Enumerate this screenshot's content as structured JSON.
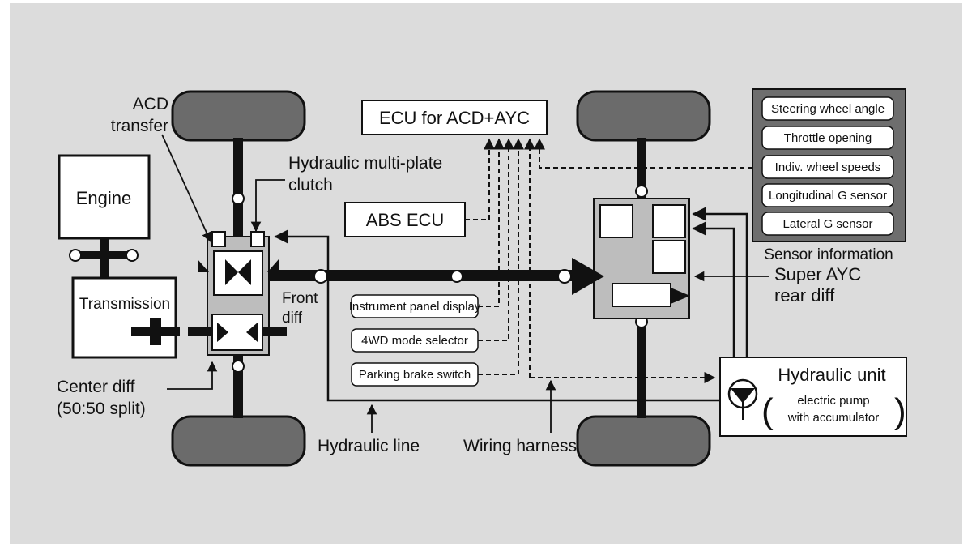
{
  "labels": {
    "acd_transfer": [
      "ACD",
      "transfer"
    ],
    "hydraulic_clutch": [
      "Hydraulic multi-plate",
      "clutch"
    ],
    "engine": "Engine",
    "transmission": "Transmission",
    "front_diff": [
      "Front",
      "diff"
    ],
    "center_diff": [
      "Center diff",
      "(50:50 split)"
    ],
    "hydraulic_line": "Hydraulic line",
    "wiring_harness": "Wiring harness",
    "ecu": "ECU for ACD+AYC",
    "abs_ecu": "ABS ECU",
    "super_ayc": [
      "Super AYC",
      "rear diff"
    ],
    "hydraulic_unit": "Hydraulic unit",
    "hydraulic_unit_sub": [
      "electric pump",
      "with accumulator"
    ],
    "sensor_information": "Sensor information"
  },
  "inputs": [
    "Instrument panel display",
    "4WD mode selector",
    "Parking brake switch"
  ],
  "sensors": [
    "Steering wheel angle",
    "Throttle opening",
    "Indiv. wheel speeds",
    "Longitudinal G sensor",
    "Lateral G sensor"
  ],
  "colors": {
    "background": "#dcdcdc",
    "tire": "#6b6b6b",
    "dark": "#111111",
    "sensor_panel": "#6e6e6e",
    "white": "#ffffff"
  }
}
